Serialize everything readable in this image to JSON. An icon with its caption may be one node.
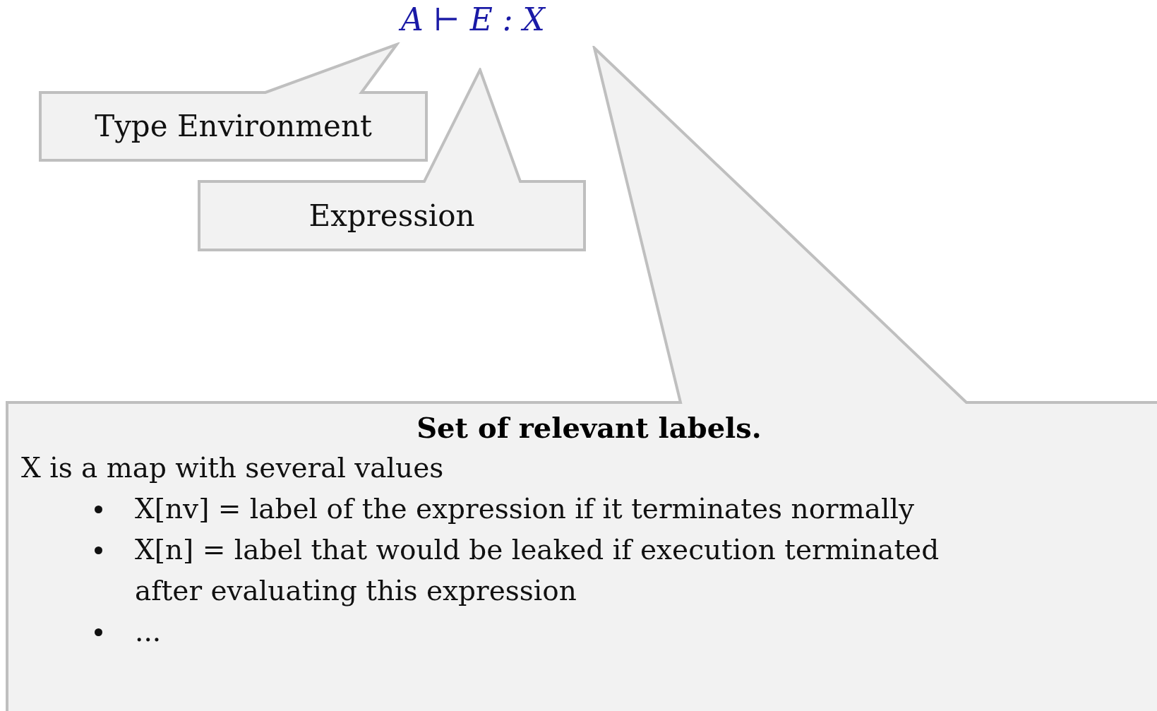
{
  "diagram": {
    "title": "A ⊢ E : X",
    "nodes": [
      {
        "text": [
          "Type Environment"
        ]
      },
      {
        "text": [
          "Expression"
        ]
      },
      {
        "text": [
          "Set of relevant labels.",
          "X is a map with several values",
          "X[nv] = label of the expression if it terminates normally",
          "X[n] = label that would be leaked if execution terminated after evaluating this expression",
          "..."
        ]
      }
    ]
  }
}
